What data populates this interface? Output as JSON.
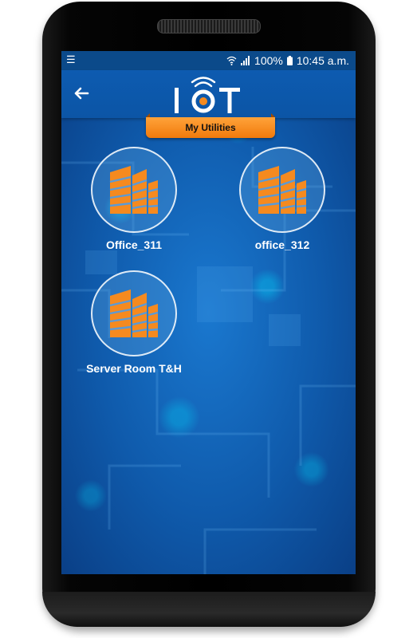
{
  "status_bar": {
    "menu_icon": "list-icon",
    "battery_percent": "100%",
    "time": "10:45 a.m."
  },
  "app_bar": {
    "logo_text": "IOT",
    "back_icon": "arrow-left-icon"
  },
  "section_tab": {
    "label": "My Utilities"
  },
  "utilities": [
    {
      "label": "Office_311",
      "icon": "building-icon"
    },
    {
      "label": "office_312",
      "icon": "building-icon"
    },
    {
      "label": "Server Room T&H",
      "icon": "building-icon"
    }
  ],
  "colors": {
    "accent_orange": "#f58a1f",
    "bar_blue": "#0c55a6",
    "status_blue": "#0b4a8a"
  }
}
